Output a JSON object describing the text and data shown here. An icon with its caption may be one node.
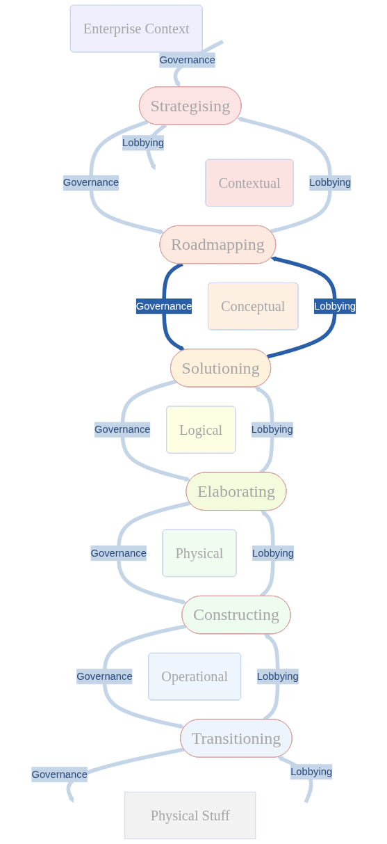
{
  "diagram": {
    "nodes": [
      {
        "text": [
          "Enterprise Context"
        ]
      },
      {
        "text": [
          "Strategising"
        ]
      },
      {
        "text": [
          "Contextual"
        ]
      },
      {
        "text": [
          "Roadmapping"
        ]
      },
      {
        "text": [
          "Conceptual"
        ]
      },
      {
        "text": [
          "Solutioning"
        ]
      },
      {
        "text": [
          "Logical"
        ]
      },
      {
        "text": [
          "Elaborating"
        ]
      },
      {
        "text": [
          "Physical"
        ]
      },
      {
        "text": [
          "Constructing"
        ]
      },
      {
        "text": [
          "Operational"
        ]
      },
      {
        "text": [
          "Transitioning"
        ]
      },
      {
        "text": [
          "Physical Stuff"
        ]
      }
    ],
    "edges": [
      {
        "from": null,
        "to": 1,
        "arrow": "to",
        "label": "Governance"
      },
      {
        "from": 1,
        "to": null,
        "arrow": "to",
        "label": "Lobbying"
      },
      {
        "from": 1,
        "to": 3,
        "arrow": "to",
        "label": "Governance"
      },
      {
        "from": 3,
        "to": 1,
        "arrow": "to",
        "label": "Lobbying"
      },
      {
        "from": 3,
        "to": 5,
        "arrow": "to",
        "label": "Governance",
        "color": "#2a5fa8"
      },
      {
        "from": 5,
        "to": 3,
        "arrow": "to",
        "label": "Lobbying",
        "color": "#2a5fa8"
      },
      {
        "from": 5,
        "to": 7,
        "arrow": "to",
        "label": "Governance"
      },
      {
        "from": 7,
        "to": 5,
        "arrow": "to",
        "label": "Lobbying"
      },
      {
        "from": 7,
        "to": 9,
        "arrow": "to",
        "label": "Governance"
      },
      {
        "from": 9,
        "to": 7,
        "arrow": "to",
        "label": "Lobbying"
      },
      {
        "from": 9,
        "to": 11,
        "arrow": "to",
        "label": "Governance"
      },
      {
        "from": 11,
        "to": 9,
        "arrow": "to",
        "label": "Lobbying"
      },
      {
        "from": 11,
        "to": null,
        "arrow": "to",
        "label": "Governance"
      },
      {
        "from": null,
        "to": 11,
        "arrow": "to",
        "label": "Lobbying"
      }
    ]
  }
}
